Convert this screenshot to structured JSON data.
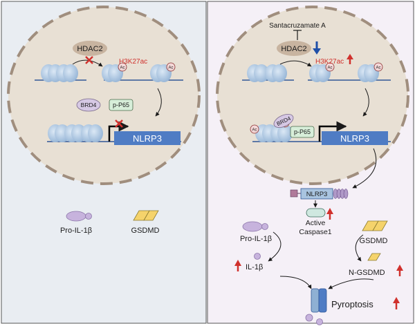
{
  "left": {
    "hdac2": "HDAC2",
    "h3k27ac": "H3K27ac",
    "ac_mark": "Ac",
    "brd4": "BRD4",
    "pp65": "p-P65",
    "nlrp3": "NLRP3",
    "legend_pro_il1b": "Pro-IL-1β",
    "legend_gsdmd": "GSDMD"
  },
  "right": {
    "drug": "Santacruzamate A",
    "hdac2": "HDAC2",
    "h3k27ac": "H3K27ac",
    "ac_mark": "Ac",
    "brd4": "BRD4",
    "pp65": "p-P65",
    "nlrp3": "NLRP3",
    "inflammasome_nlrp3": "NLRP3",
    "caspase_line1": "Active",
    "caspase_line2": "Caspase1",
    "pro_il1b": "Pro-IL-1β",
    "il1b": "IL-1β",
    "gsdmd": "GSDMD",
    "n_gsdmd": "N-GSDMD",
    "pyroptosis": "Pyroptosis"
  },
  "colors": {
    "left_bg": "#e9edf2",
    "right_bg": "#f5f0f7",
    "nucleus_fill": "#e8e0d4",
    "nucleus_dash": "#a08e7e",
    "hdac2_fill": "#c8b4a0",
    "nucleosome": "#a9c4e0",
    "dna": "#2f5597",
    "gene_box": "#4f7cc4",
    "ac_fill": "#f3d7d7",
    "brd4_fill": "#d6c8e4",
    "pp65_fill": "#d7eed9",
    "pro_il1b": "#c7b3dd",
    "gsdmd": "#f5d36b",
    "caspase": "#cfe8e0",
    "arrow_red": "#d0312d",
    "arrow_blue": "#1f4fa8"
  },
  "icons": [
    "inhibit-x-icon",
    "up-arrow-icon",
    "down-arrow-icon",
    "transcription-arrow-icon",
    "pore-icon"
  ]
}
